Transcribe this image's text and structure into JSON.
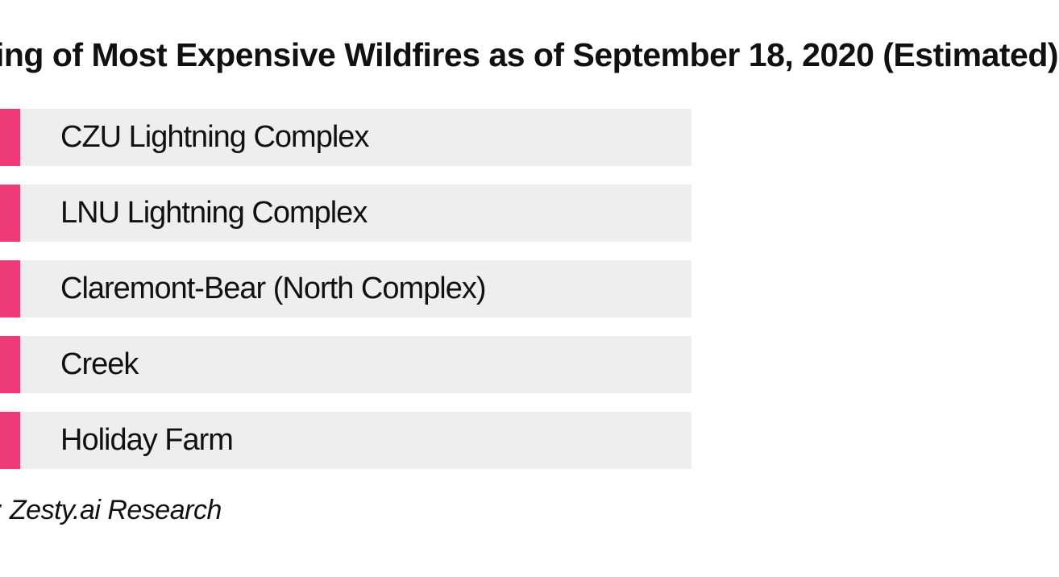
{
  "title": "ing of Most Expensive Wildfires as of September 18, 2020 (Estimated)",
  "accent_color": "#ee3a77",
  "row_background": "#eeeeee",
  "wildfires": [
    "CZU Lightning Complex",
    "LNU Lightning Complex",
    "Claremont-Bear (North Complex)",
    "Creek",
    "Holiday Farm"
  ],
  "source": ": Zesty.ai Research"
}
